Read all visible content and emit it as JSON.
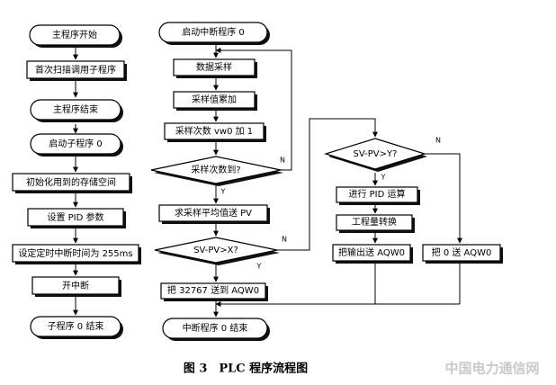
{
  "nodes": {
    "main_start": "主程序开始",
    "first_scan": "首次扫描调用子程序",
    "main_end": "主程序结束",
    "sub_start": "启动子程序 0",
    "init_storage": "初始化用到的存储空间",
    "set_pid": "设置 PID 参数",
    "set_timer": "设定定时中断时间为 255ms",
    "enable_int": "开中断",
    "sub_end": "子程序 0 结束",
    "int_start": "启动中断程序 0",
    "sample": "数据采样",
    "accumulate": "采样值累加",
    "count_inc": "采样次数 vw0 加 1",
    "count_reached": "采样次数到?",
    "avg_to_pv": "求采样平均值送 PV",
    "sv_pv_x": "SV-PV>X?",
    "send_32767": "把 32767 送到 AQW0",
    "int_end": "中断程序 0 结束",
    "sv_pv_y": "SV-PV>Y?",
    "run_pid": "进行 PID 运算",
    "eng_convert": "工程量转换",
    "output_aqw0": "把输出送 AQW0",
    "zero_aqw0": "把 0 送 AQW0"
  },
  "branch_labels": {
    "n1": "N",
    "y1": "Y",
    "n2": "N",
    "y2": "Y",
    "n3": "N",
    "y3": "Y"
  },
  "caption": "图 3　PLC 程序流程图",
  "watermark": "中国电力通信网"
}
